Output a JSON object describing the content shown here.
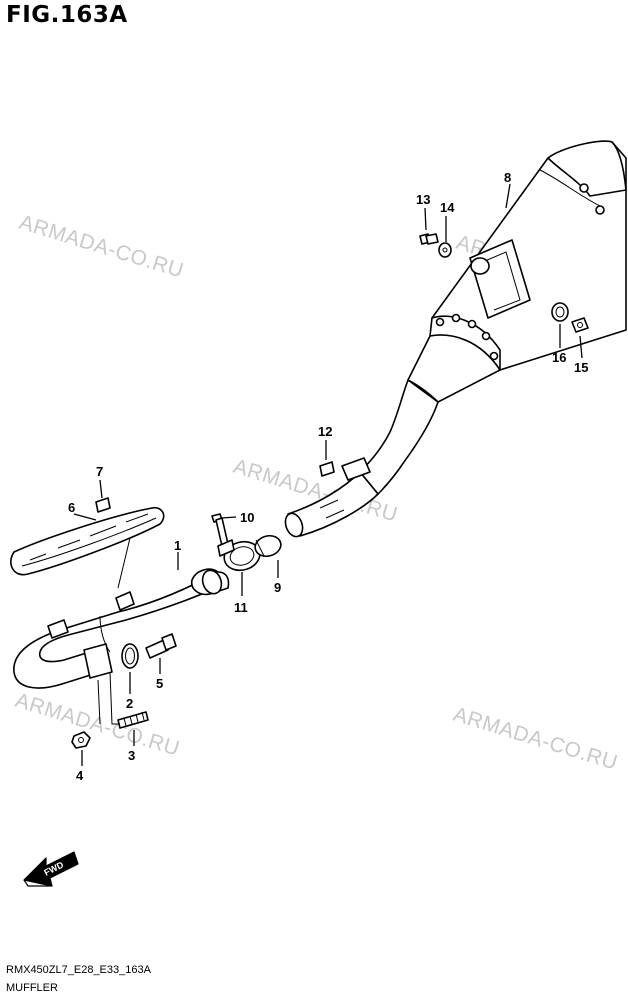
{
  "figure": {
    "title": "FIG.163A",
    "code": "RMX450ZL7_E28_E33_163A",
    "name": "MUFFLER"
  },
  "watermark": "ARMADA-CO.RU",
  "direction_label": "FWD",
  "callouts": {
    "p1": "1",
    "p2": "2",
    "p3": "3",
    "p4": "4",
    "p5": "5",
    "p6": "6",
    "p7": "7",
    "p8": "8",
    "p9": "9",
    "p10": "10",
    "p11": "11",
    "p12": "12",
    "p13": "13",
    "p14": "14",
    "p15": "15",
    "p16": "16"
  }
}
